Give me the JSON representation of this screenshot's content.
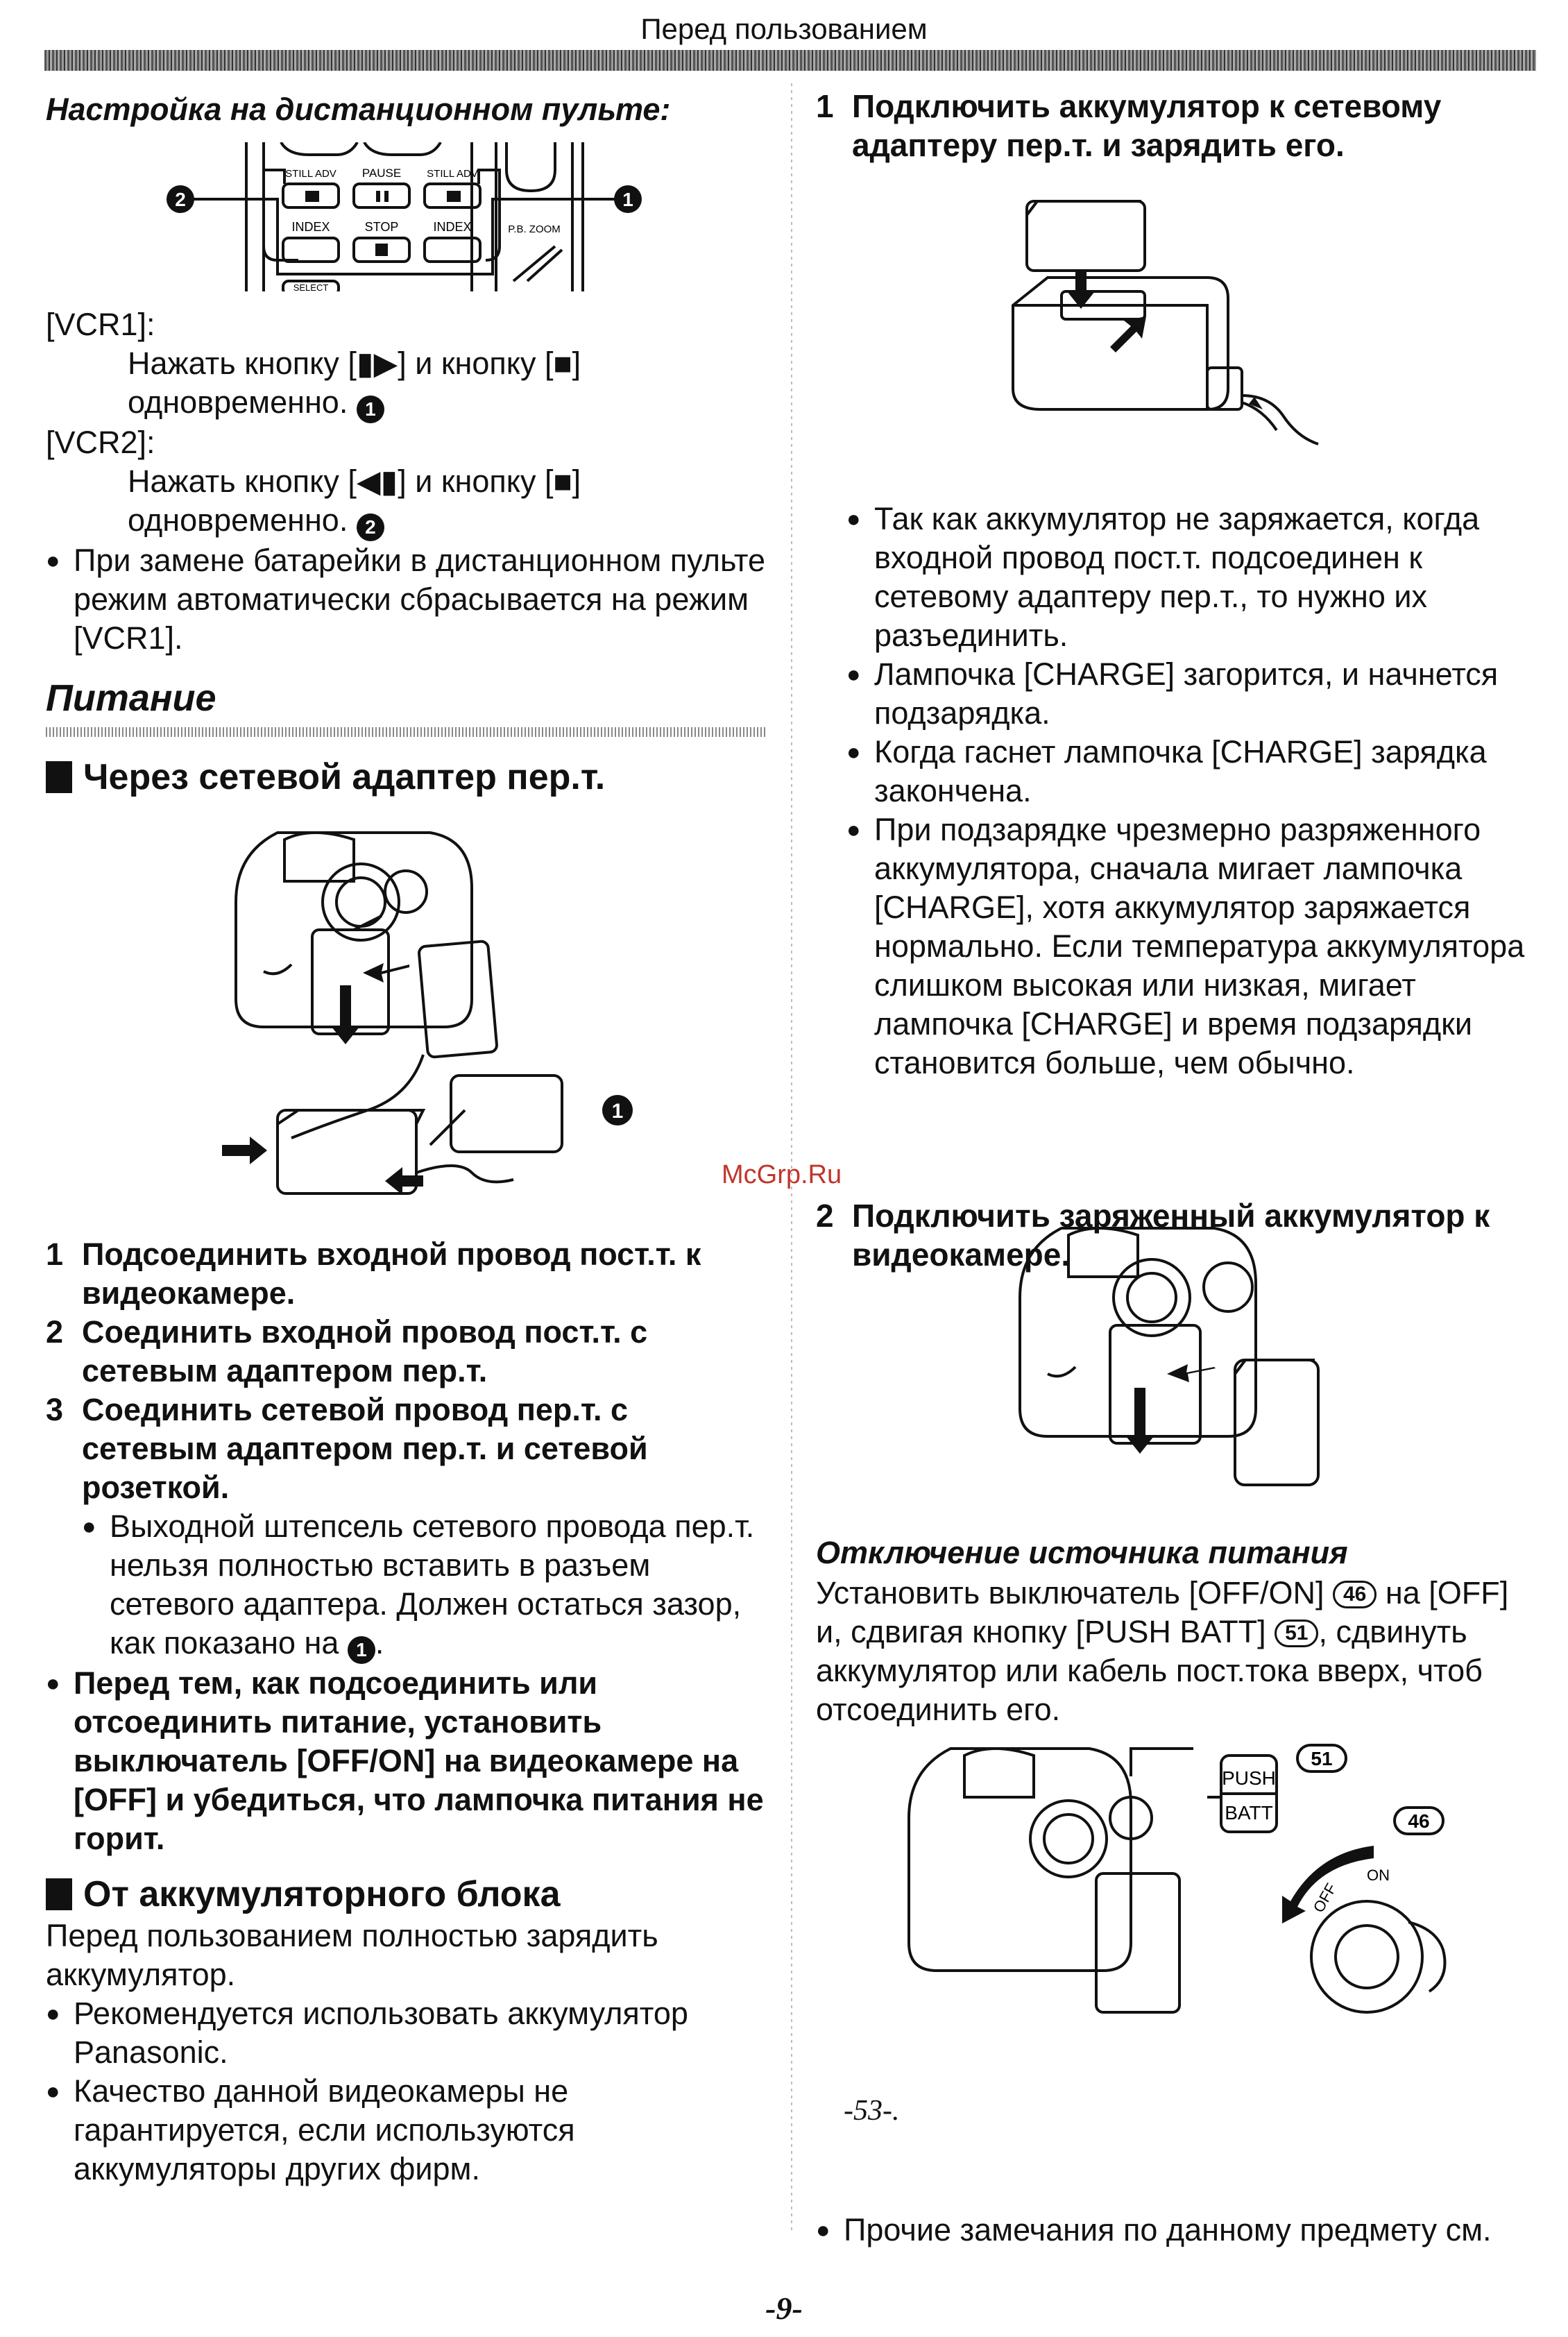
{
  "header": {
    "title": "Перед пользованием"
  },
  "remote": {
    "heading": "Настройка на дистанционном пульте:",
    "labels": {
      "still_adv_left": "STILL ADV",
      "pause": "PAUSE",
      "still_adv_right": "STILL ADV",
      "index_left": "INDEX",
      "stop": "STOP",
      "index_right": "INDEX",
      "pb_zoom": "P.B. ZOOM",
      "select": "SELECT"
    },
    "marker_2": "2",
    "marker_1": "1",
    "vcr1_label": "[VCR1]:",
    "vcr1_line1": "Нажать кнопку [▮▶] и кнопку [■]",
    "vcr1_line2": "одновременно.",
    "vcr2_label": "[VCR2]:",
    "vcr2_line1": "Нажать кнопку [◀▮] и кнопку [■]",
    "vcr2_line2": "одновременно.",
    "note": "При замене батарейки в дистанционном пульте режим автоматически сбрасывается на режим [VCR1]."
  },
  "power": {
    "title": "Питание",
    "adapter": {
      "heading": "Через сетевой адаптер пер.т.",
      "fig_marker": "1",
      "step1_num": "1",
      "step1": "Подсоединить входной провод пост.т. к видеокамере.",
      "step2_num": "2",
      "step2": "Соединить входной провод пост.т. с сетевым адаптером пер.т.",
      "step3_num": "3",
      "step3": "Соединить сетевой провод пер.т. с сетевым адаптером пер.т. и сетевой розеткой.",
      "step3_note": "Выходной штепсель сетевого провода пер.т. нельзя полностью вставить в разъем сетевого адаптера. Должен остаться зазор, как показано на",
      "warning": "Перед тем, как подсоединить или отсоединить питание, установить выключатель [OFF/ON] на видеокамере на [OFF] и убедиться, что лампочка питания не горит."
    },
    "battery": {
      "heading": "От аккумуляторного блока",
      "intro": "Перед пользованием полностью зарядить аккумулятор.",
      "bullet1": "Рекомендуется использовать аккумулятор Panasonic.",
      "bullet2": "Качество данной видеокамеры не гарантируется, если используются аккумуляторы других фирм."
    }
  },
  "right": {
    "step1_num": "1",
    "step1": "Подключить аккумулятор к сетевому адаптеру пер.т. и зарядить его.",
    "notes": [
      "Так как аккумулятор не заряжается, когда входной провод пост.т. подсоединен к сетевому адаптеру пер.т., то нужно их разъединить.",
      "Лампочка [CHARGE] загорится, и начнется подзарядка.",
      "Когда гаснет лампочка [CHARGE] зарядка закончена.",
      "При подзарядке чрезмерно разряженного аккумулятора, сначала мигает лампочка [CHARGE], хотя аккумулятор заряжается нормально. Если температура аккумулятора слишком высокая или низкая, мигает лампочка [CHARGE] и время подзарядки становится больше, чем обычно."
    ],
    "step2_num": "2",
    "step2": "Подключить заряженный аккумулятор к видеокамере.",
    "watermark": "McGrp.Ru",
    "disconnect": {
      "heading": "Отключение источника питания",
      "text_a": "Установить выключатель [OFF/ON]",
      "ref_a": "46",
      "text_b": "на [OFF] и, сдвигая кнопку [PUSH BATT]",
      "ref_b": "51",
      "text_c": ", сдвинуть аккумулятор или кабель пост.тока вверх, чтоб отсоединить его."
    },
    "fig_push": "PUSH",
    "fig_batt": "BATT",
    "fig_ref_51": "51",
    "fig_ref_46": "46",
    "fig_off": "OFF",
    "fig_on": "ON",
    "other_note": "Прочие замечания по данному предмету см.",
    "other_ref": "-53-."
  },
  "footer": {
    "page": "-9-"
  }
}
